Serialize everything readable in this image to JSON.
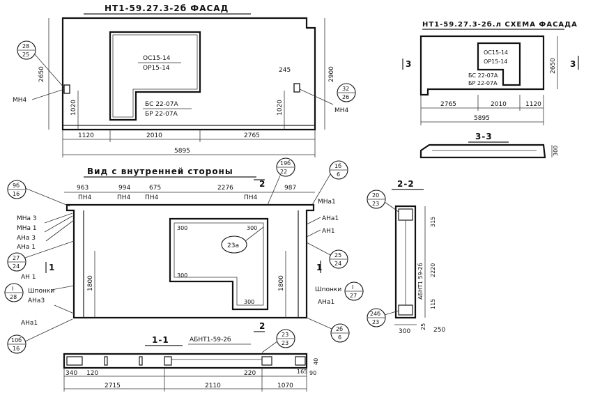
{
  "titles": {
    "facade": "НТ1-59.27.3-2б ФАСАД",
    "scheme": "НТ1-59.27.3-2б.л СХЕМА ФАСАДА",
    "inner": "Вид с внутренней стороны",
    "sec11": "1-1",
    "sec22": "2-2",
    "sec33": "3-3"
  },
  "facade": {
    "window_top": "ОС15-14",
    "window_bot": "ОР15-14",
    "door_top": "БС 22-07А",
    "door_bot": "БР 22-07А",
    "dim_total": "5895",
    "dim_a": "1120",
    "dim_b": "2010",
    "dim_c": "2765",
    "h_left": "2650",
    "h_right": "2900",
    "h_low_l": "1020",
    "h_low_r": "1020",
    "d245": "245",
    "mn4_l": "МН4",
    "mn4_r": "МН4",
    "c_l_top": "28",
    "c_l_bot": "25",
    "c_r_top": "32",
    "c_r_bot": "26"
  },
  "scheme": {
    "w_top": "ОС15-14",
    "w_bot": "ОР15-14",
    "d_top": "БС 22-07А",
    "d_bot": "БР 22-07А",
    "d1": "2765",
    "d2": "2010",
    "d3": "1120",
    "total": "5895",
    "h": "2650",
    "mark_l": "3",
    "mark_r": "3"
  },
  "sec33": {
    "h": "300"
  },
  "inner": {
    "d963": "963",
    "d994": "994",
    "d675": "675",
    "d2276": "2276",
    "d987": "987",
    "pn1": "ПН4",
    "pn2": "ПН4",
    "pn3": "ПН4",
    "pn4": "ПН4",
    "mna1": "МНа1",
    "ana1_a": "АНа1",
    "an1_a": "АН1",
    "mna3": "МНа 3",
    "mna1_l": "МНа 1",
    "ana3_l": "АНа 3",
    "ana1_l": "АНа 1",
    "an1_l": "АН 1",
    "shponki_l": "Шпонки",
    "ana3_b": "АНа3",
    "ana1_b": "АНа1",
    "shponki_r": "Шпонки",
    "ana1_r": "АНа1",
    "h1800_l": "1800",
    "h1800_r": "1800",
    "d300_1": "300",
    "d300_2": "300",
    "d300_3": "300",
    "d300_4": "300",
    "c23a": "23а",
    "c96_t": "9б",
    "c96_b": "16",
    "c27_t": "27",
    "c27_b": "24",
    "cI_t": "I",
    "cI_b": "28",
    "c108_t": "10б",
    "c108_b": "16",
    "c196_t": "19б",
    "c196_b": "22",
    "c16_t": "1б",
    "c16_b": "6",
    "c25_t": "25",
    "c25_b": "24",
    "cIr_t": "I",
    "cIr_b": "27",
    "c26_t": "2б",
    "c26_b": "6",
    "c23_t": "23",
    "c23_b": "23",
    "mark1": "1",
    "mark1r": "1",
    "mark2t": "2",
    "mark2b": "2"
  },
  "sec11": {
    "label": "АБНТ1-59-2б",
    "d340": "340",
    "d120": "120",
    "d220": "220",
    "d165": "165",
    "d90": "90",
    "d40": "40",
    "d2715": "2715",
    "d2110": "2110",
    "d1070": "1070"
  },
  "sec22": {
    "c20_t": "20",
    "c20_b": "23",
    "c24_t": "24б",
    "c24_b": "23",
    "label": "АБНТ1 59-2б",
    "d315": "315",
    "d2220": "2220",
    "d115": "115",
    "d25": "25",
    "d300": "300",
    "d250": "250"
  }
}
